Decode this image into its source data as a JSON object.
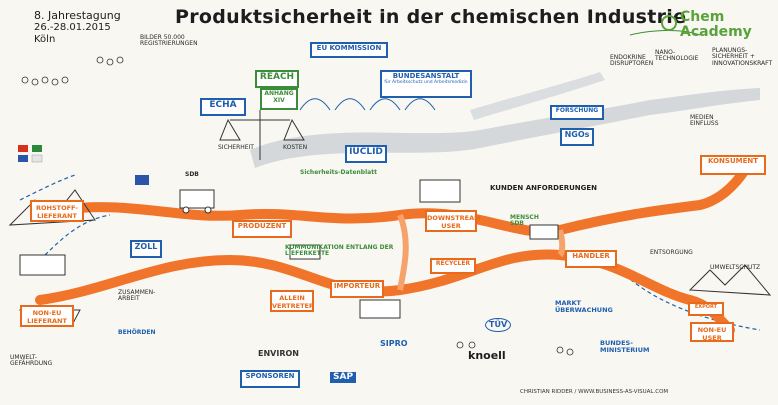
{
  "event": {
    "title": "Produktsicherheit in der chemischen Industrie",
    "edition": "8. Jahrestagung",
    "dates": "26.-28.01.2015",
    "city": "Köln"
  },
  "brand": {
    "name_line1": "Chem",
    "name_line2": "Academy"
  },
  "boxes": {
    "eu_kommission": "EU KOMMISSION",
    "bundesanstalt": "BUNDESANSTALT",
    "bundesanstalt_sub": "für Arbeitsschutz und Arbeitsmedizin",
    "echa": "ECHA",
    "reach": "REACH",
    "anhang": "ANHANG XIV",
    "iuclid": "IUCLID",
    "ngos": "NGOs",
    "forschung": "FORSCHUNG",
    "zoll": "ZOLL",
    "sponsoren": "SPONSOREN"
  },
  "chain": {
    "rohstoff": "ROHSTOFF-LIEFERANT",
    "produzent": "PRODUZENT",
    "downstream": "DOWNSTREAM USER",
    "haendler": "HÄNDLER",
    "konsument": "KONSUMENT",
    "non_eu_lieferant": "NON-EU LIEFERANT",
    "allein_vertreter": "ALLEIN VERTRETER",
    "importeur": "IMPORTEUR",
    "recycler": "RECYCLER",
    "export": "EXPORT",
    "non_eu_user": "NON-EU USER",
    "kommunikation": "KOMMUNIKATION ENTLANG DER LIEFERKETTE",
    "kunden": "KUNDEN ANFORDERUNGEN"
  },
  "labels": {
    "bilder": "BILDER 50.000 REGISTRIERUNGEN",
    "sdb": "SDB",
    "sicherheit": "SICHERHEIT",
    "kosten": "KOSTEN",
    "sicherheitsdatenblatt": "Sicherheits-Datenblatt",
    "markt": "MARKT ÜBERWACHUNG",
    "bundesministerium": "BUNDES-MINISTERIUM",
    "umweltschutz": "UMWELTSCHUTZ",
    "entsorgung": "ENTSORGUNG",
    "umwelt": "UMWELT-GEFÄHRDUNG",
    "zusammenarbeit": "ZUSAMMEN-ARBEIT",
    "medien": "MEDIEN EINFLUSS",
    "nano": "NANO-TECHNOLOGIE",
    "planung": "PLANUNGS-SICHERHEIT + INNOVATIONSKRAFT",
    "endokrine": "ENDOKRINE DISRUPTOREN",
    "behoerden": "BEHÖRDEN",
    "mensch_sdb": "MENSCH SDB",
    "environ": "ENVIRON",
    "sap": "SAP",
    "knoell": "knoell",
    "tuev": "TÜV",
    "sipro": "SIPRO"
  },
  "credit": "CHRISTIAN RIDDER / WWW.BUSINESS-AS-VISUAL.COM",
  "colors": {
    "flow": "#f0742a",
    "flow_light": "#f6a36b",
    "river_gray": "#c8cdd3",
    "blue": "#1f5fae",
    "green": "#3c8d3a",
    "orange": "#e86a1a"
  }
}
